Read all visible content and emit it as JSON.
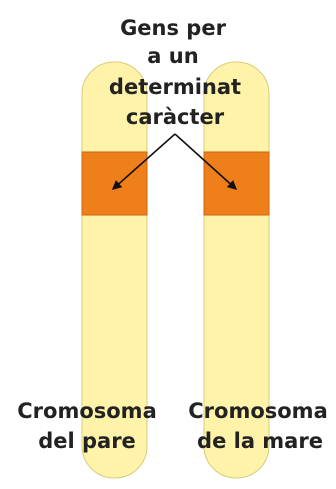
{
  "title_lines": [
    "Gens per",
    "a un",
    "determinat",
    "caràcter"
  ],
  "chromosome_left": {
    "label_lines": [
      "Cromosoma",
      "del pare"
    ]
  },
  "chromosome_right": {
    "label_lines": [
      "Cromosoma",
      "de la mare"
    ]
  },
  "colors": {
    "chromosome_fill": "#fef3a8",
    "chromosome_stroke": "#d8cc7a",
    "gene_band": "#ef7f1a",
    "gene_band_stroke": "#c8660f",
    "arrow": "#111111",
    "text": "#222222"
  }
}
